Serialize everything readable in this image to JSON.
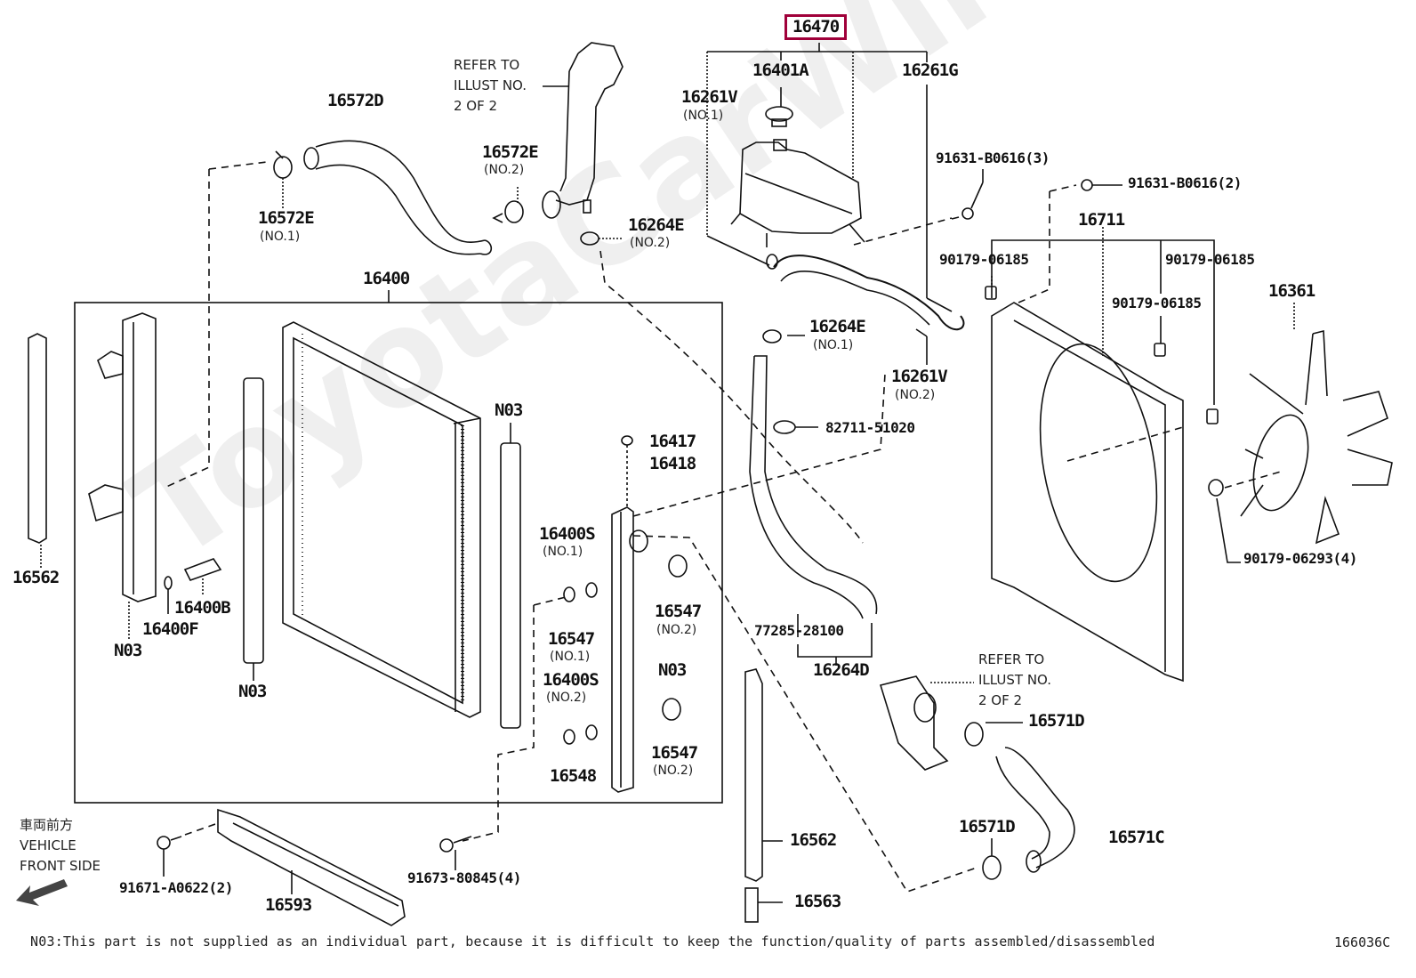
{
  "diagram": {
    "watermark": "ToyotaCarWire.ru",
    "highlighted_part": "16470",
    "highlight_color": "#a0003a",
    "illustration_code": "166036C",
    "footnote": "N03:This part is not supplied as an individual part, because it is difficult to keep the function/quality of parts assembled/disassembled",
    "direction": {
      "jp": "車両前方",
      "line1": "VEHICLE",
      "line2": "FRONT SIDE",
      "icon": "arrow-front-left-icon"
    },
    "refer_notes": [
      {
        "text": "REFER TO\nILLUST NO.\n2 OF 2"
      },
      {
        "text": "REFER TO\nILLUST NO.\n2 OF 2"
      }
    ],
    "parts": {
      "p16470": "16470",
      "p16401A": "16401A",
      "p16261G": "16261G",
      "p16261V_1": "16261V",
      "p16261V_1_sub": "(NO.1)",
      "p16572D": "16572D",
      "p16572E_2": "16572E",
      "p16572E_2_sub": "(NO.2)",
      "p16572E_1": "16572E",
      "p16572E_1_sub": "(NO.1)",
      "p16264E_2": "16264E",
      "p16264E_2_sub": "(NO.2)",
      "p16264E_1": "16264E",
      "p16264E_1_sub": "(NO.1)",
      "p16261V_2": "16261V",
      "p16261V_2_sub": "(NO.2)",
      "p82711": "82711-51020",
      "p91631_3": "91631-B0616(3)",
      "p91631_2": "91631-B0616(2)",
      "p16711": "16711",
      "p90179_a": "90179-06185",
      "p90179_b": "90179-06185",
      "p90179_c": "90179-06185",
      "p16361": "16361",
      "p90179_06293": "90179-06293(4)",
      "p16400": "16400",
      "p16562_left": "16562",
      "p16400B": "16400B",
      "p16400F": "16400F",
      "pN03_a": "N03",
      "pN03_b": "N03",
      "pN03_c": "N03",
      "pN03_d": "N03",
      "p16417": "16417",
      "p16418": "16418",
      "p16400S_1": "16400S",
      "p16400S_1_sub": "(NO.1)",
      "p16547_1": "16547",
      "p16547_1_sub": "(NO.1)",
      "p16547_2a": "16547",
      "p16547_2a_sub": "(NO.2)",
      "p16400S_2": "16400S",
      "p16400S_2_sub": "(NO.2)",
      "p16547_2b": "16547",
      "p16547_2b_sub": "(NO.2)",
      "p16548": "16548",
      "p77285": "77285-28100",
      "p16264D": "16264D",
      "p16571D_a": "16571D",
      "p16571D_b": "16571D",
      "p16571C": "16571C",
      "p16562_mid": "16562",
      "p16563": "16563",
      "p16593": "16593",
      "p91671": "91671-A0622(2)",
      "p91673": "91673-80845(4)"
    }
  }
}
